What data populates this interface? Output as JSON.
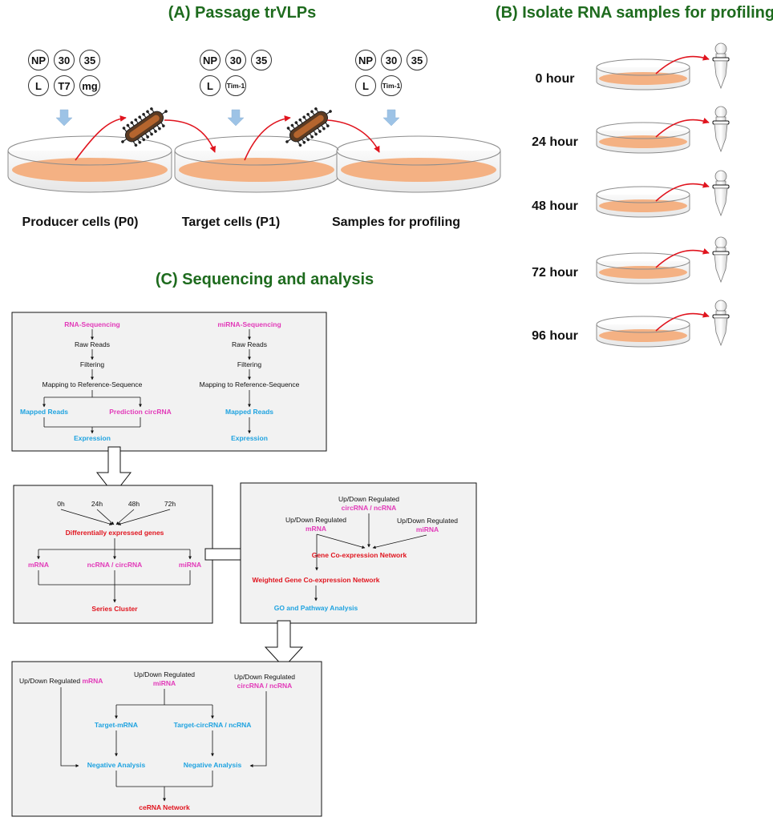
{
  "panel_a": {
    "title": "(A) Passage trVLPs",
    "groups": [
      {
        "row1": [
          "NP",
          "30",
          "35"
        ],
        "row2": [
          "L",
          "T7",
          "mg"
        ],
        "label": "Producer cells (P0)"
      },
      {
        "row1": [
          "NP",
          "30",
          "35"
        ],
        "row2": [
          "L",
          "Tim-1"
        ],
        "label": "Target cells (P1)"
      },
      {
        "row1": [
          "NP",
          "30",
          "35"
        ],
        "row2": [
          "L",
          "Tim-1"
        ],
        "label": "Samples for profiling"
      }
    ]
  },
  "panel_b": {
    "title": "(B) Isolate RNA samples for profiling",
    "timepoints": [
      "0 hour",
      "24 hour",
      "48 hour",
      "72 hour",
      "96 hour"
    ]
  },
  "panel_c": {
    "title": "(C) Sequencing and analysis",
    "box1": {
      "rna_seq": "RNA-Sequencing",
      "raw_reads": "Raw Reads",
      "filtering": "Filtering",
      "mapping": "Mapping to Reference-Sequence",
      "mapped_reads": "Mapped Reads",
      "prediction": "Prediction circRNA",
      "expression": "Expression",
      "mirna_seq": "miRNA-Sequencing"
    },
    "box2": {
      "timepoints": [
        "0h",
        "24h",
        "48h",
        "72h"
      ],
      "deg": "Differentially expressed genes",
      "mrna": "mRNA",
      "ncrna": "ncRNA / circRNA",
      "mirna": "miRNA",
      "series": "Series Cluster"
    },
    "box3": {
      "updown": "Up/Down Regulated",
      "circ": "circRNA / ncRNA",
      "mrna": "mRNA",
      "mirna": "miRNA",
      "gcn": "Gene Co-expression Network",
      "wgcn": "Weighted Gene Co-expression Network",
      "go": "GO and Pathway Analysis"
    },
    "box4": {
      "updown_mrna_prefix": "Up/Down Regulated ",
      "mrna": "mRNA",
      "updown": "Up/Down Regulated",
      "mirna": "miRNA",
      "circ": "circRNA / ncRNA",
      "target_mrna": "Target-mRNA",
      "target_circ": "Target-circRNA / ncRNA",
      "negative": "Negative Analysis",
      "cerna": "ceRNA Network"
    }
  },
  "colors": {
    "title_green": "#1e6b1e",
    "magenta": "#e23ab9",
    "cyan": "#1fa3e0",
    "red": "#e0141e",
    "dish_fill": "#f4b183",
    "blue_arrow": "#9dc3e6"
  }
}
